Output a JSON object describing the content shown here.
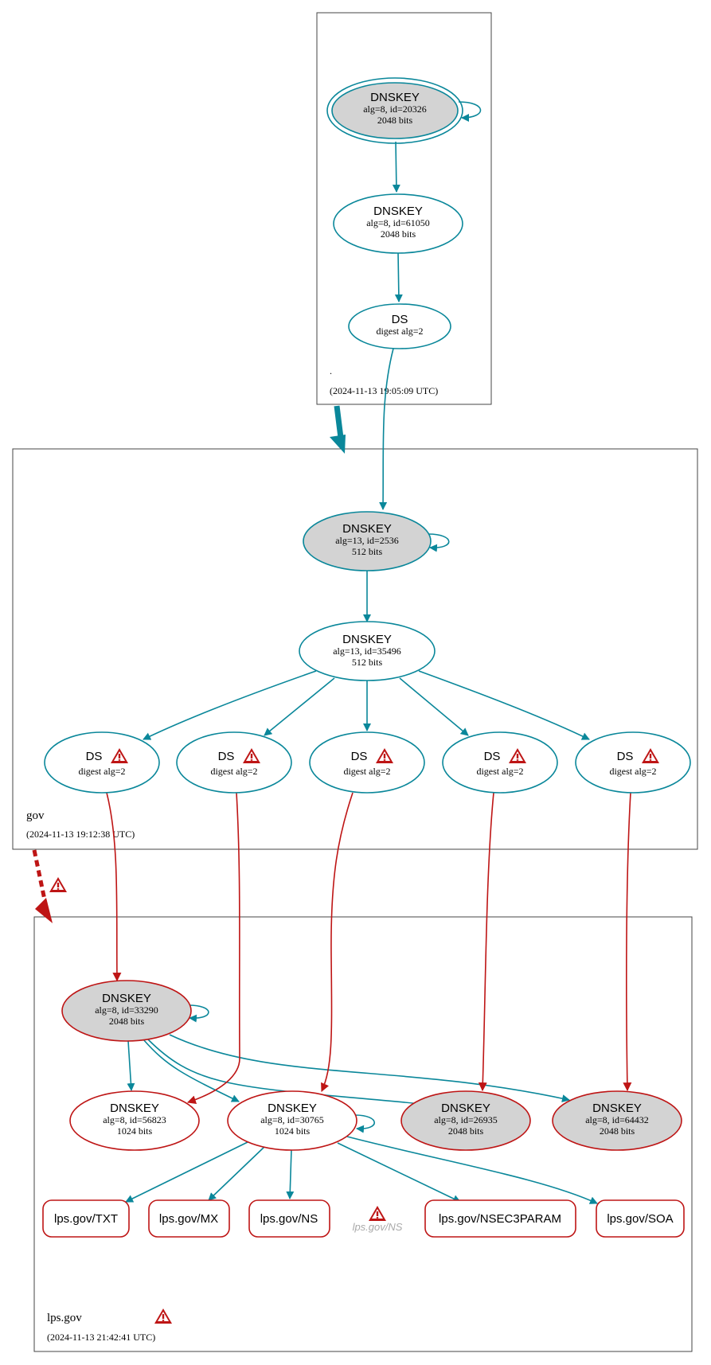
{
  "colors": {
    "secure": "#0a879a",
    "bogus": "#be1515",
    "ksk_fill": "#d3d3d3",
    "box": "#444444",
    "insecure_text": "#aaaaaa"
  },
  "zones": {
    "root": {
      "name": ".",
      "timestamp": "(2024-11-13 19:05:09 UTC)"
    },
    "gov": {
      "name": "gov",
      "timestamp": "(2024-11-13 19:12:38 UTC)"
    },
    "lps": {
      "name": "lps.gov",
      "timestamp": "(2024-11-13 21:42:41 UTC)"
    }
  },
  "nodes": {
    "root_ksk": {
      "title": "DNSKEY",
      "line1": "alg=8, id=20326",
      "line2": "2048 bits"
    },
    "root_zsk": {
      "title": "DNSKEY",
      "line1": "alg=8, id=61050",
      "line2": "2048 bits"
    },
    "root_ds": {
      "title": "DS",
      "line1": "digest alg=2"
    },
    "gov_ksk": {
      "title": "DNSKEY",
      "line1": "alg=13, id=2536",
      "line2": "512 bits"
    },
    "gov_zsk": {
      "title": "DNSKEY",
      "line1": "alg=13, id=35496",
      "line2": "512 bits"
    },
    "gov_ds": [
      {
        "title": "DS",
        "line1": "digest alg=2"
      },
      {
        "title": "DS",
        "line1": "digest alg=2"
      },
      {
        "title": "DS",
        "line1": "digest alg=2"
      },
      {
        "title": "DS",
        "line1": "digest alg=2"
      },
      {
        "title": "DS",
        "line1": "digest alg=2"
      }
    ],
    "lps_ksk": {
      "title": "DNSKEY",
      "line1": "alg=8, id=33290",
      "line2": "2048 bits"
    },
    "lps_k56823": {
      "title": "DNSKEY",
      "line1": "alg=8, id=56823",
      "line2": "1024 bits"
    },
    "lps_k30765": {
      "title": "DNSKEY",
      "line1": "alg=8, id=30765",
      "line2": "1024 bits"
    },
    "lps_k26935": {
      "title": "DNSKEY",
      "line1": "alg=8, id=26935",
      "line2": "2048 bits"
    },
    "lps_k64432": {
      "title": "DNSKEY",
      "line1": "alg=8, id=64432",
      "line2": "2048 bits"
    }
  },
  "rrsets": {
    "txt": "lps.gov/TXT",
    "mx": "lps.gov/MX",
    "ns": "lps.gov/NS",
    "ns_missing": "lps.gov/NS",
    "nsec3param": "lps.gov/NSEC3PARAM",
    "soa": "lps.gov/SOA"
  },
  "icons": {
    "warning": "warning-triangle-icon"
  }
}
